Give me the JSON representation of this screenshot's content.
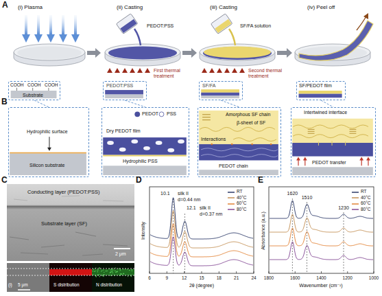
{
  "diagram": {
    "nodes": [
      {
        "text": [
          "COOH",
          "COOH",
          "COOH",
          "Substrate"
        ]
      },
      {
        "text": [
          "PEDOT:PSS"
        ]
      },
      {
        "text": [
          "SF/FA"
        ]
      },
      {
        "text": [
          "SF/PEDOT film"
        ]
      },
      {
        "text": [
          "Hydrophilic surface",
          "Silicon substrate"
        ]
      },
      {
        "text": [
          "PEDOT",
          "PSS",
          "Dry PEDOT film",
          "Hydrophilic PSS"
        ]
      },
      {
        "text": [
          "Amorphous SF chain",
          "β-sheet of SF",
          "Interactions",
          "PEDOT chain"
        ]
      },
      {
        "text": [
          "Intertwined interface",
          "PEDOT transfer"
        ]
      }
    ],
    "edges": [
      {
        "from": 0,
        "to": 4,
        "arrow": "none"
      },
      {
        "from": 1,
        "to": 5,
        "arrow": "none"
      },
      {
        "from": 2,
        "to": 6,
        "arrow": "none"
      },
      {
        "from": 3,
        "to": 7,
        "arrow": "none"
      }
    ],
    "labels": [
      "A",
      "(i) Plasma",
      "(ii) Casting",
      "(iii) Casting",
      "(iv) Peel off",
      "PEDOT:PSS",
      "SF/FA solution",
      "First thermal treatment",
      "Second thermal treatment",
      "B",
      "C",
      "Conducting layer (PEDOT:PSS)",
      "Substrate layer (SF)",
      "2 μm",
      "(i)",
      "5 μm",
      "S distribution",
      "N distribution",
      "D",
      "10.1",
      "silk II",
      "d=0.44 nm",
      "12.1",
      "silk II",
      "d=0.37 nm",
      "Intensity",
      "2θ (degree)",
      "6",
      "9",
      "12",
      "15",
      "18",
      "21",
      "24",
      "E",
      "1620",
      "1510",
      "1230",
      "Absorbance (a.u.)",
      "Wavenumber (cm⁻¹)",
      "1800",
      "1600",
      "1400",
      "1200",
      "1000"
    ],
    "legend": [
      {
        "text": "RT"
      },
      {
        "text": "40°C"
      },
      {
        "text": "60°C"
      },
      {
        "text": "80°C"
      },
      {
        "text": "RT"
      },
      {
        "text": "40°C"
      },
      {
        "text": "60°C"
      },
      {
        "text": "80°C"
      }
    ]
  }
}
